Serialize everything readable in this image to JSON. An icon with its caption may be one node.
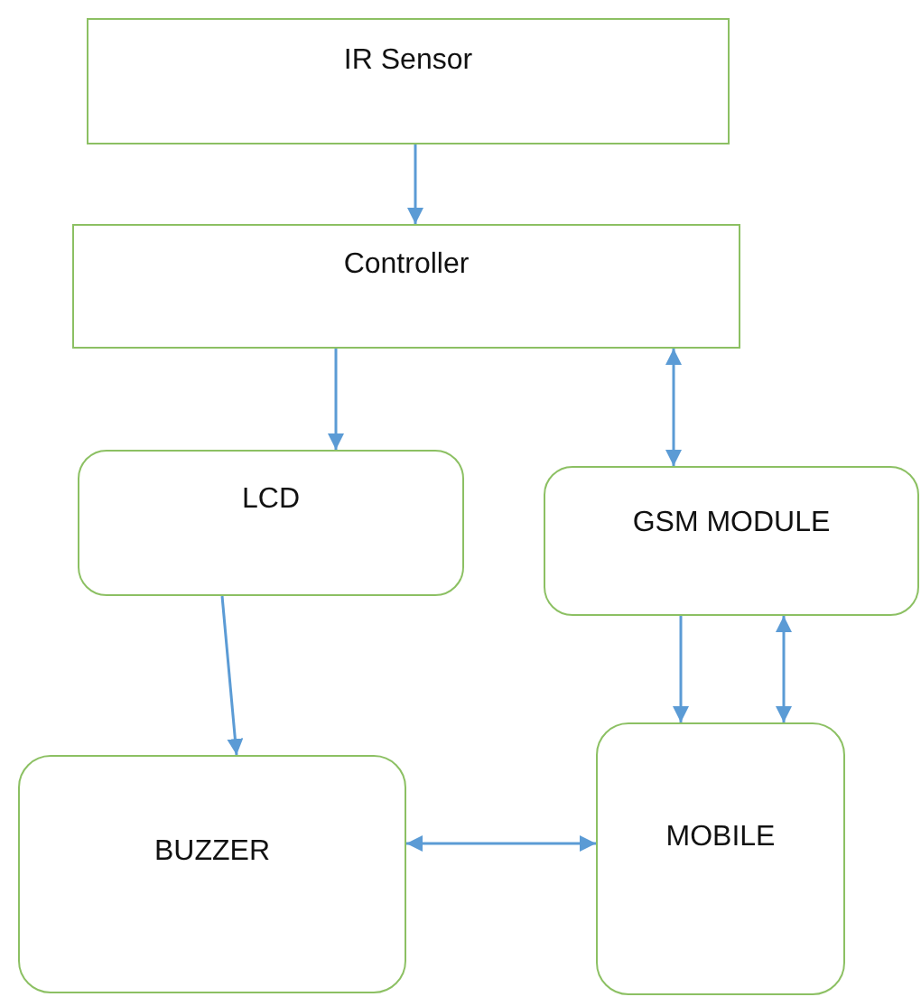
{
  "diagram": {
    "nodes": [
      {
        "text": [
          "IR Sensor"
        ]
      },
      {
        "text": [
          "Controller"
        ]
      },
      {
        "text": [
          "LCD"
        ]
      },
      {
        "text": [
          "GSM MODULE"
        ]
      },
      {
        "text": [
          "BUZZER"
        ]
      },
      {
        "text": [
          "MOBILE"
        ]
      }
    ],
    "edges": [
      {
        "from": 0,
        "to": 1,
        "arrow": "to"
      },
      {
        "from": 1,
        "to": 2,
        "arrow": "to"
      },
      {
        "from": 1,
        "to": 3,
        "arrow": "both"
      },
      {
        "from": 2,
        "to": 4,
        "arrow": "to"
      },
      {
        "from": 4,
        "to": 5,
        "arrow": "both"
      },
      {
        "from": 3,
        "to": 5,
        "arrow": "to"
      },
      {
        "from": 3,
        "to": 5,
        "arrow": "both"
      }
    ]
  }
}
